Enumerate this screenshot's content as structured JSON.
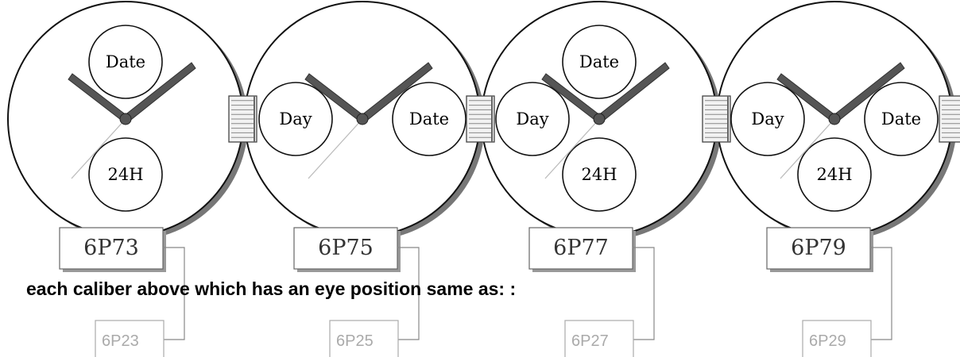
{
  "note": "each caliber above which has an eye position same as: :",
  "movements": [
    {
      "caliber": "6P73",
      "related": "6P23",
      "subdials": [
        {
          "pos": "top",
          "label": "Date"
        },
        {
          "pos": "bottom",
          "label": "24H"
        }
      ]
    },
    {
      "caliber": "6P75",
      "related": "6P25",
      "subdials": [
        {
          "pos": "left",
          "label": "Day"
        },
        {
          "pos": "right",
          "label": "Date"
        }
      ]
    },
    {
      "caliber": "6P77",
      "related": "6P27",
      "subdials": [
        {
          "pos": "top",
          "label": "Date"
        },
        {
          "pos": "left",
          "label": "Day"
        },
        {
          "pos": "bottom",
          "label": "24H"
        }
      ]
    },
    {
      "caliber": "6P79",
      "related": "6P29",
      "subdials": [
        {
          "pos": "left",
          "label": "Day"
        },
        {
          "pos": "right",
          "label": "Date"
        },
        {
          "pos": "bottom",
          "label": "24H"
        }
      ]
    }
  ]
}
